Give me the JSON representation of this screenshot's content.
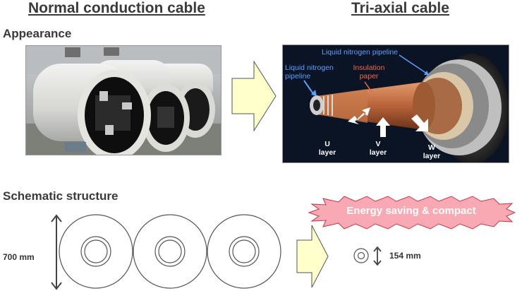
{
  "left_header": "Normal conduction cable",
  "right_header": "Tri-axial cable",
  "appearance_label": "Appearance",
  "schematic_label": "Schematic structure",
  "triaxial_labels": {
    "ln2_top": "Liquid nitrogen pipeline",
    "ln2_left": "Liquid nitrogen pipeline",
    "insulation": "Insulation paper",
    "u_layer": "U layer",
    "v_layer": "V layer",
    "w_layer": "W layer"
  },
  "dimension_normal": "700 mm",
  "dimension_triaxial": "154 mm",
  "banner_text": "Energy saving & compact",
  "colors": {
    "arrow_fill": "#ffffcc",
    "banner_fill": "#f9a9b4",
    "banner_text": "#ffffff",
    "photo_bg_right": "#0b1424"
  }
}
